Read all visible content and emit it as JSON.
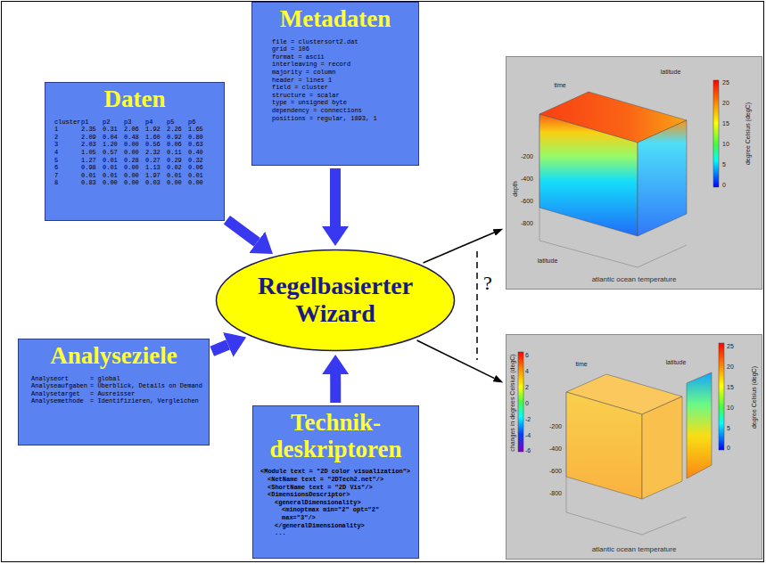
{
  "diagram": {
    "nodes": [
      {
        "text": [
          "Metadaten",
          "file = clustersort2.dat",
          "grid = 106",
          "format = ascii",
          "interleaving = record",
          "majority = column",
          "header = lines 1",
          "field = cluster",
          "structure = scalar",
          "type = unsigned byte",
          "dependency = connections",
          "positions = regular, 1893, 1"
        ]
      },
      {
        "text": [
          "Daten",
          "cluster p1 p2 p3 p4 p5 p6",
          "1 2.35 0.31 2.06 1.92 2.26 1.65",
          "2 2.09 0.04 0.48 1.60 0.92 0.80",
          "3 2.03 1.20 0.00 0.56 0.06 0.63",
          "4 1.05 0.57 0.00 2.32 0.11 0.40",
          "5 1.27 0.01 0.28 0.27 0.29 0.32",
          "6 0.98 0.01 0.00 1.13 0.02 0.06",
          "7 0.01 0.01 0.00 1.97 0.01 0.01",
          "8 0.83 0.00 0.00 0.03 0.00 0.00"
        ]
      },
      {
        "text": [
          "Regelbasierter Wizard"
        ]
      },
      {
        "text": [
          "Analyseziele",
          "Analyseort = global",
          "Analyseaufgaben = Überblick, Details on Demand",
          "Analysetarget = Ausreisser",
          "Analysemethode = Identifizieren, Vergleichen"
        ]
      },
      {
        "text": [
          "Technik-deskriptoren",
          "<Module text = \"2D color visualization\">",
          "<NetName text = \"2DTech2.net\"/>",
          "<ShortName text = \"2D Vis\"/>",
          "<DimensionsDescriptor>",
          "<generalDimensionality>",
          "<minoptmax min=\"2\" opt=\"2\" max=\"3\"/>",
          "</generalDimensionality>",
          "..."
        ]
      },
      {
        "text": [
          "atlantic ocean temperature"
        ]
      },
      {
        "text": [
          "atlantic ocean temperature"
        ]
      }
    ],
    "edges": [
      {
        "from": 1,
        "to": 2,
        "arrow": "to"
      },
      {
        "from": 0,
        "to": 2,
        "arrow": "to"
      },
      {
        "from": 3,
        "to": 2,
        "arrow": "to"
      },
      {
        "from": 4,
        "to": 2,
        "arrow": "to"
      },
      {
        "from": 2,
        "to": 5,
        "arrow": "to"
      },
      {
        "from": 2,
        "to": 6,
        "arrow": "to"
      }
    ],
    "labels": [
      "?",
      "25",
      "20",
      "15",
      "10",
      "5",
      "0",
      "degree Celsius (degC)",
      "-200",
      "-400",
      "-600",
      "-800",
      "depth",
      "time",
      "latitude",
      "latitude",
      "6",
      "4",
      "2",
      "0",
      "-2",
      "-4",
      "-6",
      "changes in degrees Celsius (degC)",
      "25",
      "20",
      "15",
      "10",
      "5",
      "0",
      "degree Celsius (degC)",
      "-200",
      "-400",
      "-600",
      "-800",
      "time",
      "latitude"
    ]
  }
}
